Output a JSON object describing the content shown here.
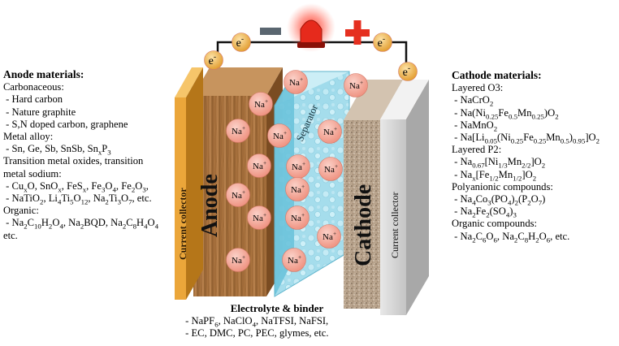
{
  "anode": {
    "heading": "Anode materials:",
    "lines": [
      "Carbonaceous:",
      " - Hard carbon",
      " - Nature graphite",
      " - S,N doped carbon, graphene",
      "Metal alloy:",
      " - Sn, Ge, Sb, SnSb, Sn<sub>x</sub>P<sub>3</sub>",
      "Transition metal oxides, transition",
      "metal sodium:",
      " - Cu<sub>x</sub>O, SnO<sub>x</sub>, FeS<sub>x</sub>, Fe<sub>3</sub>O<sub>4</sub>, Fe<sub>2</sub>O<sub>3</sub>,",
      " - NaTiO<sub>2</sub>, Li<sub>4</sub>Ti<sub>5</sub>O<sub>12</sub>, Na<sub>2</sub>Ti<sub>3</sub>O<sub>7</sub>, etc.",
      "Organic:",
      " - Na<sub>2</sub>C<sub>10</sub>H<sub>2</sub>O<sub>4</sub>, Na<sub>2</sub>BQD, Na<sub>2</sub>C<sub>8</sub>H<sub>4</sub>O<sub>4</sub>",
      "etc."
    ]
  },
  "cathode": {
    "heading": "Cathode materials:",
    "lines": [
      "Layered O3:",
      " - NaCrO<sub>2</sub>",
      " - Na(Ni<sub>0.25</sub>Fe<sub>0.5</sub>Mn<sub>0.25</sub>)O<sub>2</sub>",
      " - NaMnO<sub>2</sub>",
      " - Na[Li<sub>0.05</sub>(Ni<sub>0.25</sub>Fe<sub>0.25</sub>Mn<sub>0.5</sub>)<sub>0.95</sub>]O<sub>2</sub>",
      "Layered P2:",
      " - Na<sub>0.67</sub>[Ni<sub>1/3</sub>Mn<sub>2/2</sub>]O<sub>2</sub>",
      " - Na<sub>x</sub>[Fe<sub>1/2</sub>Mn<sub>1/2</sub>]O<sub>2</sub>",
      "Polyanionic compounds:",
      " - Na<sub>4</sub>Co<sub>3</sub>(PO<sub>4</sub>)<sub>2</sub>(P<sub>2</sub>O<sub>7</sub>)",
      " - Na<sub>2</sub>Fe<sub>2</sub>(SO<sub>4</sub>)<sub>3</sub>",
      "Organic compounds:",
      " - Na<sub>2</sub>C<sub>6</sub>O<sub>6</sub>, Na<sub>2</sub>C<sub>8</sub>H<sub>2</sub>O<sub>6</sub>, etc."
    ]
  },
  "electrolyte": {
    "heading": "Electrolyte & binder",
    "lines": [
      " - NaPF<sub>6</sub>, NaClO<sub>4</sub>, NaTFSI, NaFSI,",
      " - EC, DMC, PC, PEC, glymes, etc."
    ]
  },
  "diagram": {
    "anode_label": "Anode",
    "cathode_label": "Cathode",
    "separator_label": "Separator",
    "collector_label": "Current collector",
    "ion_label": "Na",
    "ion_charge": "+",
    "electron_label": "e",
    "electron_charge": "-",
    "minus_sign": "−",
    "plus_sign": "+",
    "colors": {
      "minus": "#5a6670",
      "plus": "#e53020",
      "ion_fill": "#f4a79a",
      "electron_fill": "#f0b24a",
      "separator": "#8ed6e8",
      "anode_wood": "#a8733e",
      "cathode_stone": "#b49c84",
      "collector_gold": "#e8a33a"
    }
  }
}
